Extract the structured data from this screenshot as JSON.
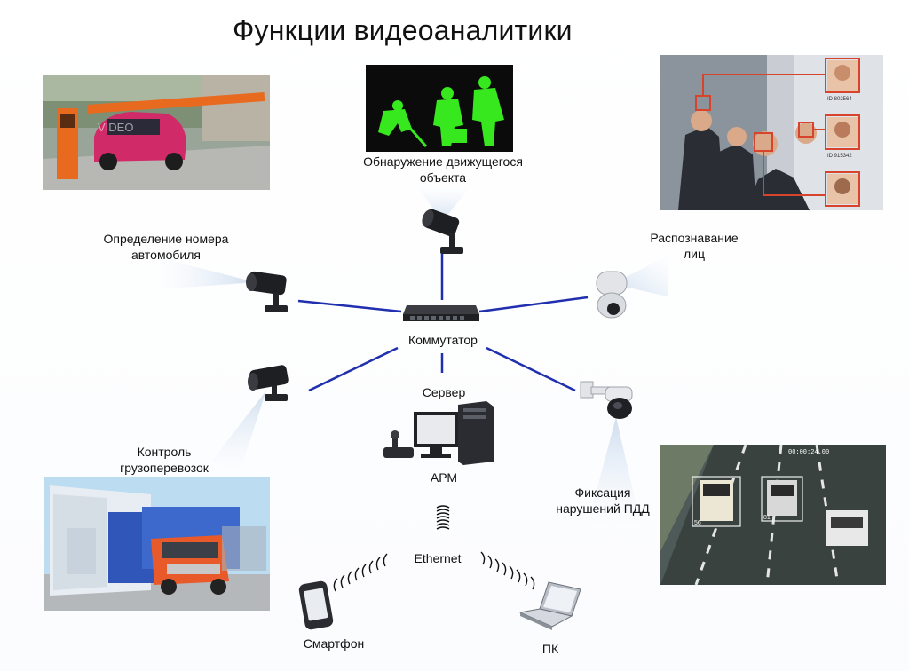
{
  "title": "Функции видеоаналитики",
  "labels": {
    "motion": [
      "Обнаружение движущегося",
      "объекта"
    ],
    "plate": [
      "Определение номера",
      "автомобиля"
    ],
    "face": [
      "Распознавание",
      "лиц"
    ],
    "switch": "Коммутатор",
    "server": "Сервер",
    "workstation": "АРМ",
    "cargo": [
      "Контроль",
      "грузоперевозок"
    ],
    "traffic": [
      "Фиксация",
      "нарушений ПДД"
    ],
    "ethernet": "Ethernet",
    "smartphone": "Смартфон",
    "pc": "ПК"
  },
  "face_ids": [
    "ID 802564",
    "ID 915342"
  ],
  "traffic_overlay": {
    "timestamp": "00:00:24.00",
    "car_ids": [
      "56",
      "81"
    ]
  },
  "parking_watermark": "VIDEO",
  "colors": {
    "link_line": "#1f2fae",
    "face_frame": "#d8442b",
    "thermal_green": "#37e81f",
    "barrier": "#e86a1e",
    "beam": "#dbe7f4"
  },
  "icons": [
    "bullet-camera-icon",
    "dome-camera-icon",
    "network-switch-icon",
    "server-tower-icon",
    "monitor-icon",
    "joystick-icon",
    "wifi-waves-icon",
    "smartphone-icon",
    "laptop-icon"
  ]
}
